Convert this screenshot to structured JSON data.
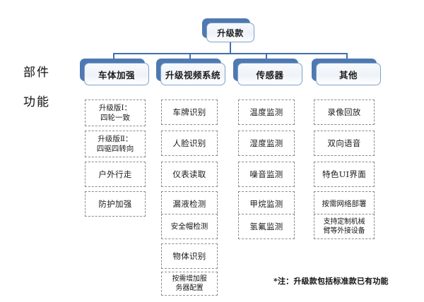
{
  "diagram": {
    "root": {
      "label": "升级款"
    },
    "row_labels": {
      "parts": "部件",
      "functions": "功能"
    },
    "footnote": "*注：升级款包括标准款已有功能",
    "colors": {
      "box_shadow_blue": "#4E79B2",
      "box_face_border": "#7fa0c8",
      "connector_blue": "#3F6FAF",
      "leaf_dash_gray": "#8a8a8a",
      "background": "#ffffff",
      "text": "#1a1a1a"
    },
    "columns": [
      {
        "header": "车体加强",
        "items": [
          "升级版Ⅰ：\n四轮一致",
          "升级版Ⅱ：\n四驱四转向",
          "户外行走",
          "防护加强"
        ]
      },
      {
        "header": "升级视频系统",
        "items": [
          "车牌识别",
          "人脸识别",
          "仪表读取",
          "漏液检测",
          "安全帽检测",
          "物体识别",
          "按需增加服\n务器配置"
        ]
      },
      {
        "header": "传感器",
        "items": [
          "温度监测",
          "湿度监测",
          "噪音监测",
          "甲烷监测",
          "氢氟监测"
        ]
      },
      {
        "header": "其他",
        "items": [
          "录像回放",
          "双向语音",
          "特色UI界面",
          "按需网络部署",
          "支持定制机械\n臂等外接设备"
        ]
      }
    ]
  }
}
